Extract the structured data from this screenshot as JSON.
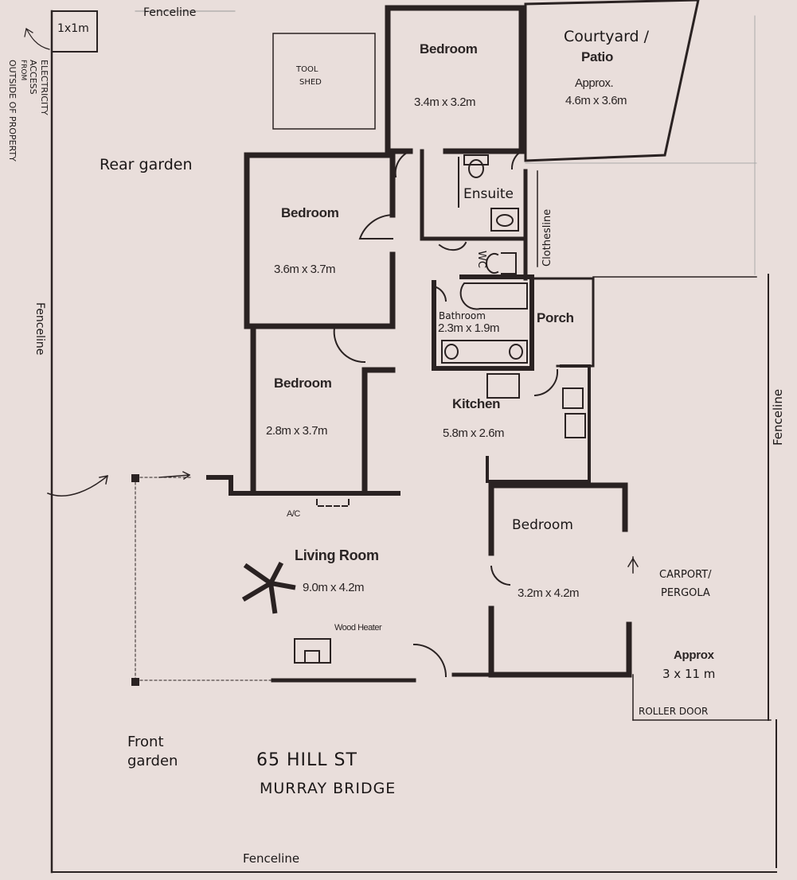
{
  "title": "Floor plan - 65 Hill St, Murray Bridge",
  "address": {
    "line1": "65 HILL ST",
    "line2": "MURRAY BRIDGE"
  },
  "fencelines": {
    "top": "Fenceline",
    "left": "Fenceline",
    "right": "Fenceline",
    "bottom": "Fenceline"
  },
  "electricity": {
    "box": "1x1m",
    "note_line1": "ELECTRICITY",
    "note_line2": "ACCESS",
    "note_line3": "FROM",
    "note_line4": "OUTSIDE OF PROPERTY"
  },
  "tool_shed": {
    "line1": "TOOL",
    "line2": "SHED"
  },
  "gardens": {
    "rear": "Rear garden",
    "front_line1": "Front",
    "front_line2": "garden"
  },
  "rooms": {
    "bedroom_top": {
      "name": "Bedroom",
      "size": "3.4m x 3.2m"
    },
    "courtyard": {
      "name_line1": "Courtyard /",
      "name_line2": "Patio",
      "approx": "Approx.",
      "size": "4.6m x 3.6m"
    },
    "bedroom_left": {
      "name": "Bedroom",
      "size": "3.6m x 3.7m"
    },
    "bedroom_mid": {
      "name": "Bedroom",
      "size": "2.8m x 3.7m"
    },
    "ensuite": {
      "name": "Ensuite"
    },
    "wc": {
      "name": "WC"
    },
    "bathroom": {
      "name": "Bathroom",
      "size": "2.3m x 1.9m"
    },
    "porch": {
      "name": "Porch"
    },
    "kitchen": {
      "name": "Kitchen",
      "size": "5.8m x 2.6m"
    },
    "living": {
      "name": "Living Room",
      "size": "9.0m x 4.2m",
      "ac": "A/C",
      "heater": "Wood Heater"
    },
    "bedroom_right": {
      "name": "Bedroom",
      "size": "3.2m x 4.2m"
    },
    "carport": {
      "name_line1": "CARPORT/",
      "name_line2": "PERGOLA",
      "approx": "Approx",
      "size": "3 x 11 m",
      "roller_door": "ROLLER DOOR"
    }
  },
  "clothesline": "Clothesline"
}
